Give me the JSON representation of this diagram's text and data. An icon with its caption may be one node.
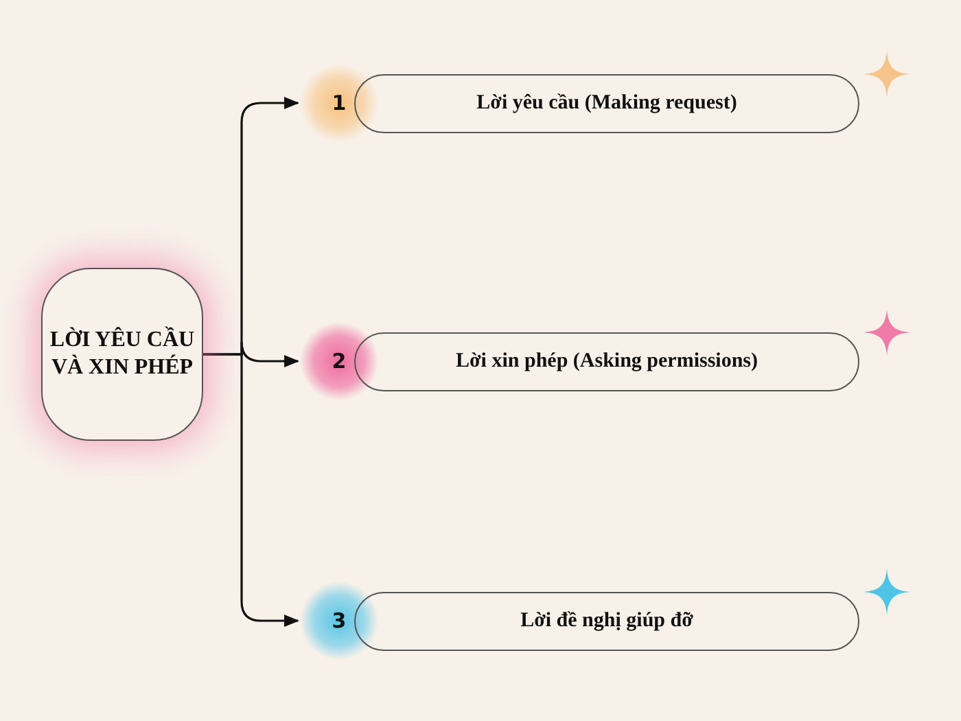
{
  "diagram": {
    "nodes": [
      {
        "text": [
          "LỜI YÊU CẦU VÀ XIN PHÉP"
        ]
      },
      {
        "text": [
          "1"
        ]
      },
      {
        "text": [
          "Lời yêu cầu (Making request)"
        ]
      },
      {
        "text": [
          "2"
        ]
      },
      {
        "text": [
          "Lời xin phép (Asking permissions)"
        ]
      },
      {
        "text": [
          "3"
        ]
      },
      {
        "text": [
          "Lời đề nghị giúp đỡ"
        ]
      }
    ],
    "edges": [
      {
        "from": 0,
        "to": 1,
        "arrow": "to"
      },
      {
        "from": 0,
        "to": 3,
        "arrow": "to"
      },
      {
        "from": 0,
        "to": 5,
        "arrow": "to"
      }
    ]
  }
}
